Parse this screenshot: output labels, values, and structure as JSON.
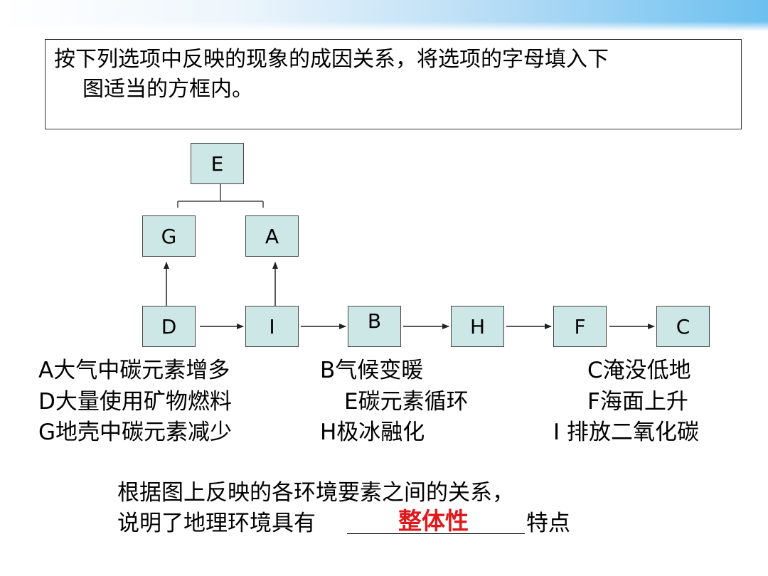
{
  "question": {
    "line1": "按下列选项中反映的现象的成因关系，将选项的字母填入下",
    "line2": "图适当的方框内。"
  },
  "diagram": {
    "boxes": {
      "E": "E",
      "G": "G",
      "A": "A",
      "D": "D",
      "I": "I",
      "B": "B",
      "H": "H",
      "F": "F",
      "C": "C"
    }
  },
  "options": {
    "A": "A大气中碳元素增多",
    "B": "B气候变暖",
    "C": "C淹没低地",
    "D": "D大量使用矿物燃料",
    "E": "E碳元素循环",
    "F": "F海面上升",
    "G": "G地壳中碳元素减少",
    "H": "H极冰融化",
    "I": "I 排放二氧化碳"
  },
  "conclusion": {
    "line1": "根据图上反映的各环境要素之间的关系，",
    "line2_prefix": "说明了地理环境具有",
    "answer": "整体性",
    "line2_suffix": "特点"
  },
  "colors": {
    "box_fill": "#cce7e6",
    "answer": "#e0181c"
  }
}
